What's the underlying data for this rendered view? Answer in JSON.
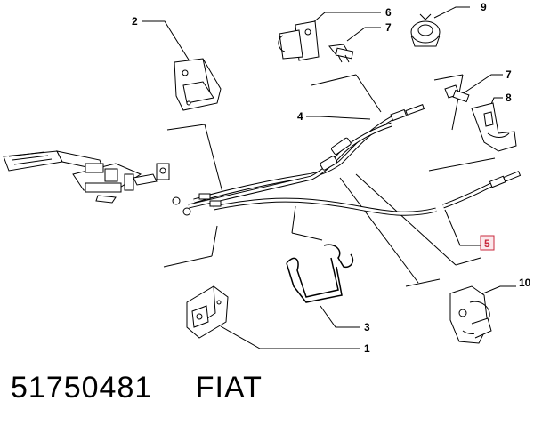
{
  "callouts": [
    {
      "id": "c1",
      "label": "1"
    },
    {
      "id": "c2",
      "label": "2"
    },
    {
      "id": "c3",
      "label": "3"
    },
    {
      "id": "c4",
      "label": "4"
    },
    {
      "id": "c5",
      "label": "5",
      "highlighted": true
    },
    {
      "id": "c6",
      "label": "6"
    },
    {
      "id": "c7a",
      "label": "7"
    },
    {
      "id": "c7b",
      "label": "7"
    },
    {
      "id": "c8",
      "label": "8"
    },
    {
      "id": "c9",
      "label": "9"
    },
    {
      "id": "c10",
      "label": "10"
    }
  ],
  "footer": {
    "part_number": "51750481",
    "brand": "FIAT"
  },
  "colors": {
    "line": "#000000",
    "highlight": "#c8283c",
    "highlight_box_fill": "#fbe9ec"
  }
}
